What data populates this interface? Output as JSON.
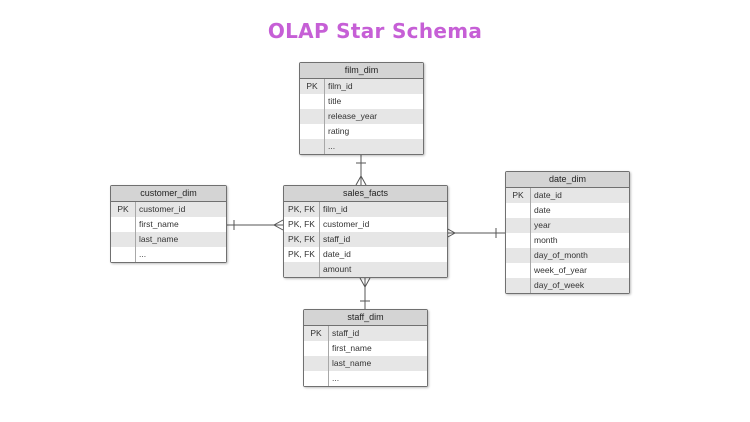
{
  "title": "OLAP Star Schema",
  "entities": {
    "film_dim": {
      "name": "film_dim",
      "rows": [
        {
          "key": "PK",
          "field": "film_id"
        },
        {
          "key": "",
          "field": "title"
        },
        {
          "key": "",
          "field": "release_year"
        },
        {
          "key": "",
          "field": "rating"
        },
        {
          "key": "",
          "field": "..."
        }
      ]
    },
    "customer_dim": {
      "name": "customer_dim",
      "rows": [
        {
          "key": "PK",
          "field": "customer_id"
        },
        {
          "key": "",
          "field": "first_name"
        },
        {
          "key": "",
          "field": "last_name"
        },
        {
          "key": "",
          "field": "..."
        }
      ]
    },
    "sales_facts": {
      "name": "sales_facts",
      "rows": [
        {
          "key": "PK, FK",
          "field": "film_id"
        },
        {
          "key": "PK, FK",
          "field": "customer_id"
        },
        {
          "key": "PK, FK",
          "field": "staff_id"
        },
        {
          "key": "PK, FK",
          "field": "date_id"
        },
        {
          "key": "",
          "field": "amount"
        }
      ]
    },
    "date_dim": {
      "name": "date_dim",
      "rows": [
        {
          "key": "PK",
          "field": "date_id"
        },
        {
          "key": "",
          "field": "date"
        },
        {
          "key": "",
          "field": "year"
        },
        {
          "key": "",
          "field": "month"
        },
        {
          "key": "",
          "field": "day_of_month"
        },
        {
          "key": "",
          "field": "week_of_year"
        },
        {
          "key": "",
          "field": "day_of_week"
        }
      ]
    },
    "staff_dim": {
      "name": "staff_dim",
      "rows": [
        {
          "key": "PK",
          "field": "staff_id"
        },
        {
          "key": "",
          "field": "first_name"
        },
        {
          "key": "",
          "field": "last_name"
        },
        {
          "key": "",
          "field": "..."
        }
      ]
    }
  },
  "relationships": [
    {
      "from": "sales_facts",
      "to": "film_dim",
      "from_card": "many",
      "to_card": "one"
    },
    {
      "from": "sales_facts",
      "to": "customer_dim",
      "from_card": "many",
      "to_card": "one"
    },
    {
      "from": "sales_facts",
      "to": "date_dim",
      "from_card": "many",
      "to_card": "one"
    },
    {
      "from": "sales_facts",
      "to": "staff_dim",
      "from_card": "many",
      "to_card": "one"
    }
  ]
}
